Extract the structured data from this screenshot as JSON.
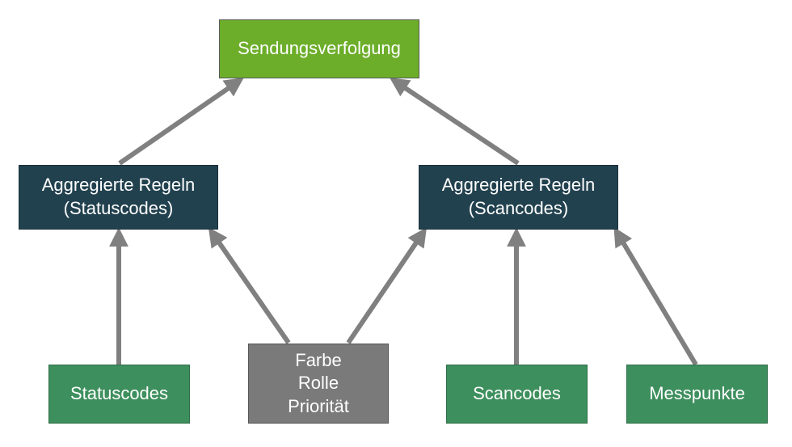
{
  "nodes": {
    "top": "Sendungsverfolgung",
    "agg_status": "Aggregierte Regeln\n(Statuscodes)",
    "agg_scan": "Aggregierte Regeln\n(Scancodes)",
    "statuscodes": "Statuscodes",
    "attributes": "Farbe\nRolle\nPriorität",
    "scancodes": "Scancodes",
    "messpunkte": "Messpunkte"
  },
  "colors": {
    "top": "#6cae2a",
    "aggregate": "#22414f",
    "leaf": "#3d8f5d",
    "attributes": "#7a7a7a",
    "arrow": "#808080"
  }
}
